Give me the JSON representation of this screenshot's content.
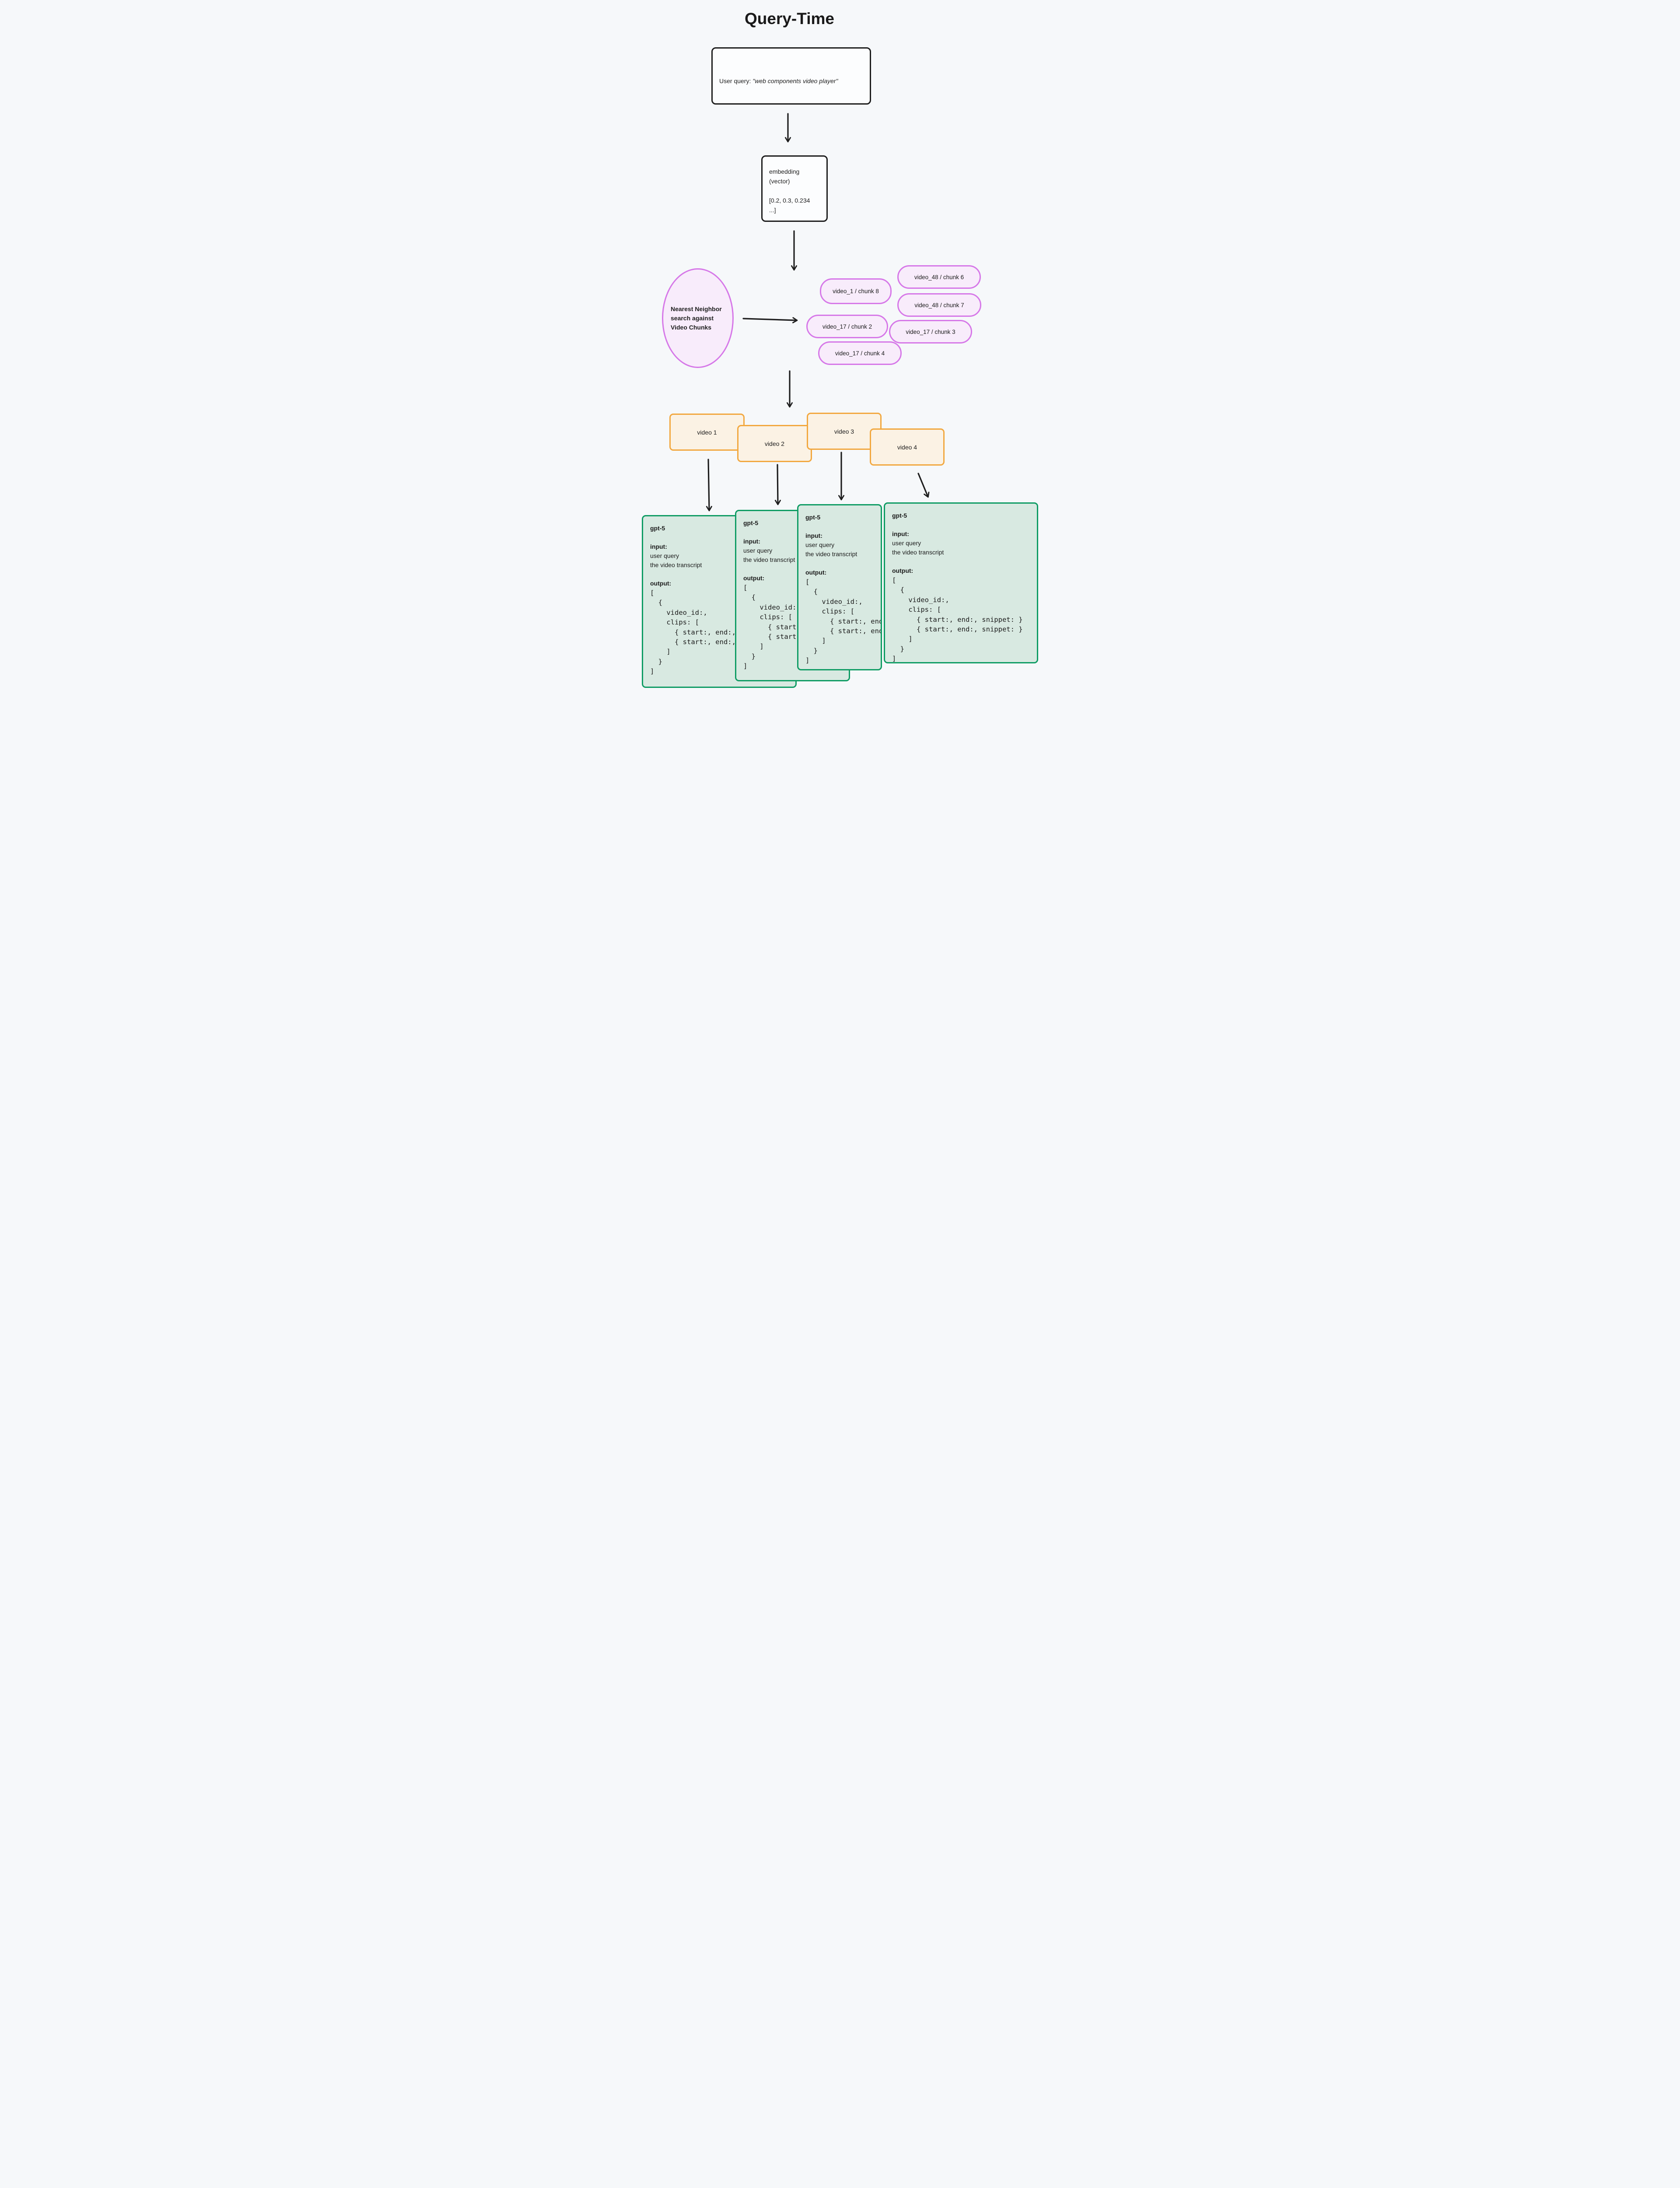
{
  "title": "Query-Time",
  "colors": {
    "background": "#f6f8fa",
    "ink": "#1e1e1e",
    "neutral_box_fill": "#fcfdfe",
    "neutral_box_border": "#1d1d1d",
    "purple_border": "#d678e8",
    "purple_fill": "#f8ecfb",
    "orange_border": "#f2a840",
    "orange_fill": "#fbf2e4",
    "green_border": "#0f9c64",
    "green_fill": "#d8e9e1"
  },
  "query_box": {
    "prefix": "User query: ",
    "quote": "\"web components video player\""
  },
  "embedding_box": {
    "line1": "embedding",
    "line2": "(vector)",
    "vector1": "[0.2, 0.3, 0.234",
    "vector2": "...]"
  },
  "nn_ellipse": {
    "line1": "Nearest Neighbor",
    "line2": "search against",
    "line3": "Video Chunks"
  },
  "chunks": [
    {
      "label": "video_1 / chunk 8"
    },
    {
      "label": "video_48 / chunk 6"
    },
    {
      "label": "video_48 / chunk 7"
    },
    {
      "label": "video_17 / chunk 2"
    },
    {
      "label": "video_17 / chunk 3"
    },
    {
      "label": "video_17 / chunk 4"
    }
  ],
  "videos": [
    {
      "label": "video 1"
    },
    {
      "label": "video 2"
    },
    {
      "label": "video 3"
    },
    {
      "label": "video 4"
    }
  ],
  "gpt_boxes": [
    {
      "model": "gpt-5",
      "input_label": "input:",
      "input_line1": "user query",
      "input_line2": "the video transcript",
      "output_label": "output:",
      "output_code": "[\n  {\n    video_id:,\n    clips: [\n      { start:, end:, snippet: }\n      { start:, end:, snippet: }\n    ]\n  }\n]"
    },
    {
      "model": "gpt-5",
      "input_label": "input:",
      "input_line1": "user query",
      "input_line2": "the video transcript",
      "output_label": "output:",
      "output_code": "[\n  {\n    video_id:,\n    clips: [\n      { start:, end:, snippet: }\n      { start:, end:, snippet: }\n    ]\n  }\n]"
    },
    {
      "model": "gpt-5",
      "input_label": "input:",
      "input_line1": "user query",
      "input_line2": "the video transcript",
      "output_label": "output:",
      "output_code": "[\n  {\n    video_id:,\n    clips: [\n      { start:, end:, snippet: }\n      { start:, end:, snippet: }\n    ]\n  }\n]"
    },
    {
      "model": "gpt-5",
      "input_label": "input:",
      "input_line1": "user query",
      "input_line2": "the video transcript",
      "output_label": "output:",
      "output_code": "[\n  {\n    video_id:,\n    clips: [\n      { start:, end:, snippet: }\n      { start:, end:, snippet: }\n    ]\n  }\n]"
    }
  ]
}
